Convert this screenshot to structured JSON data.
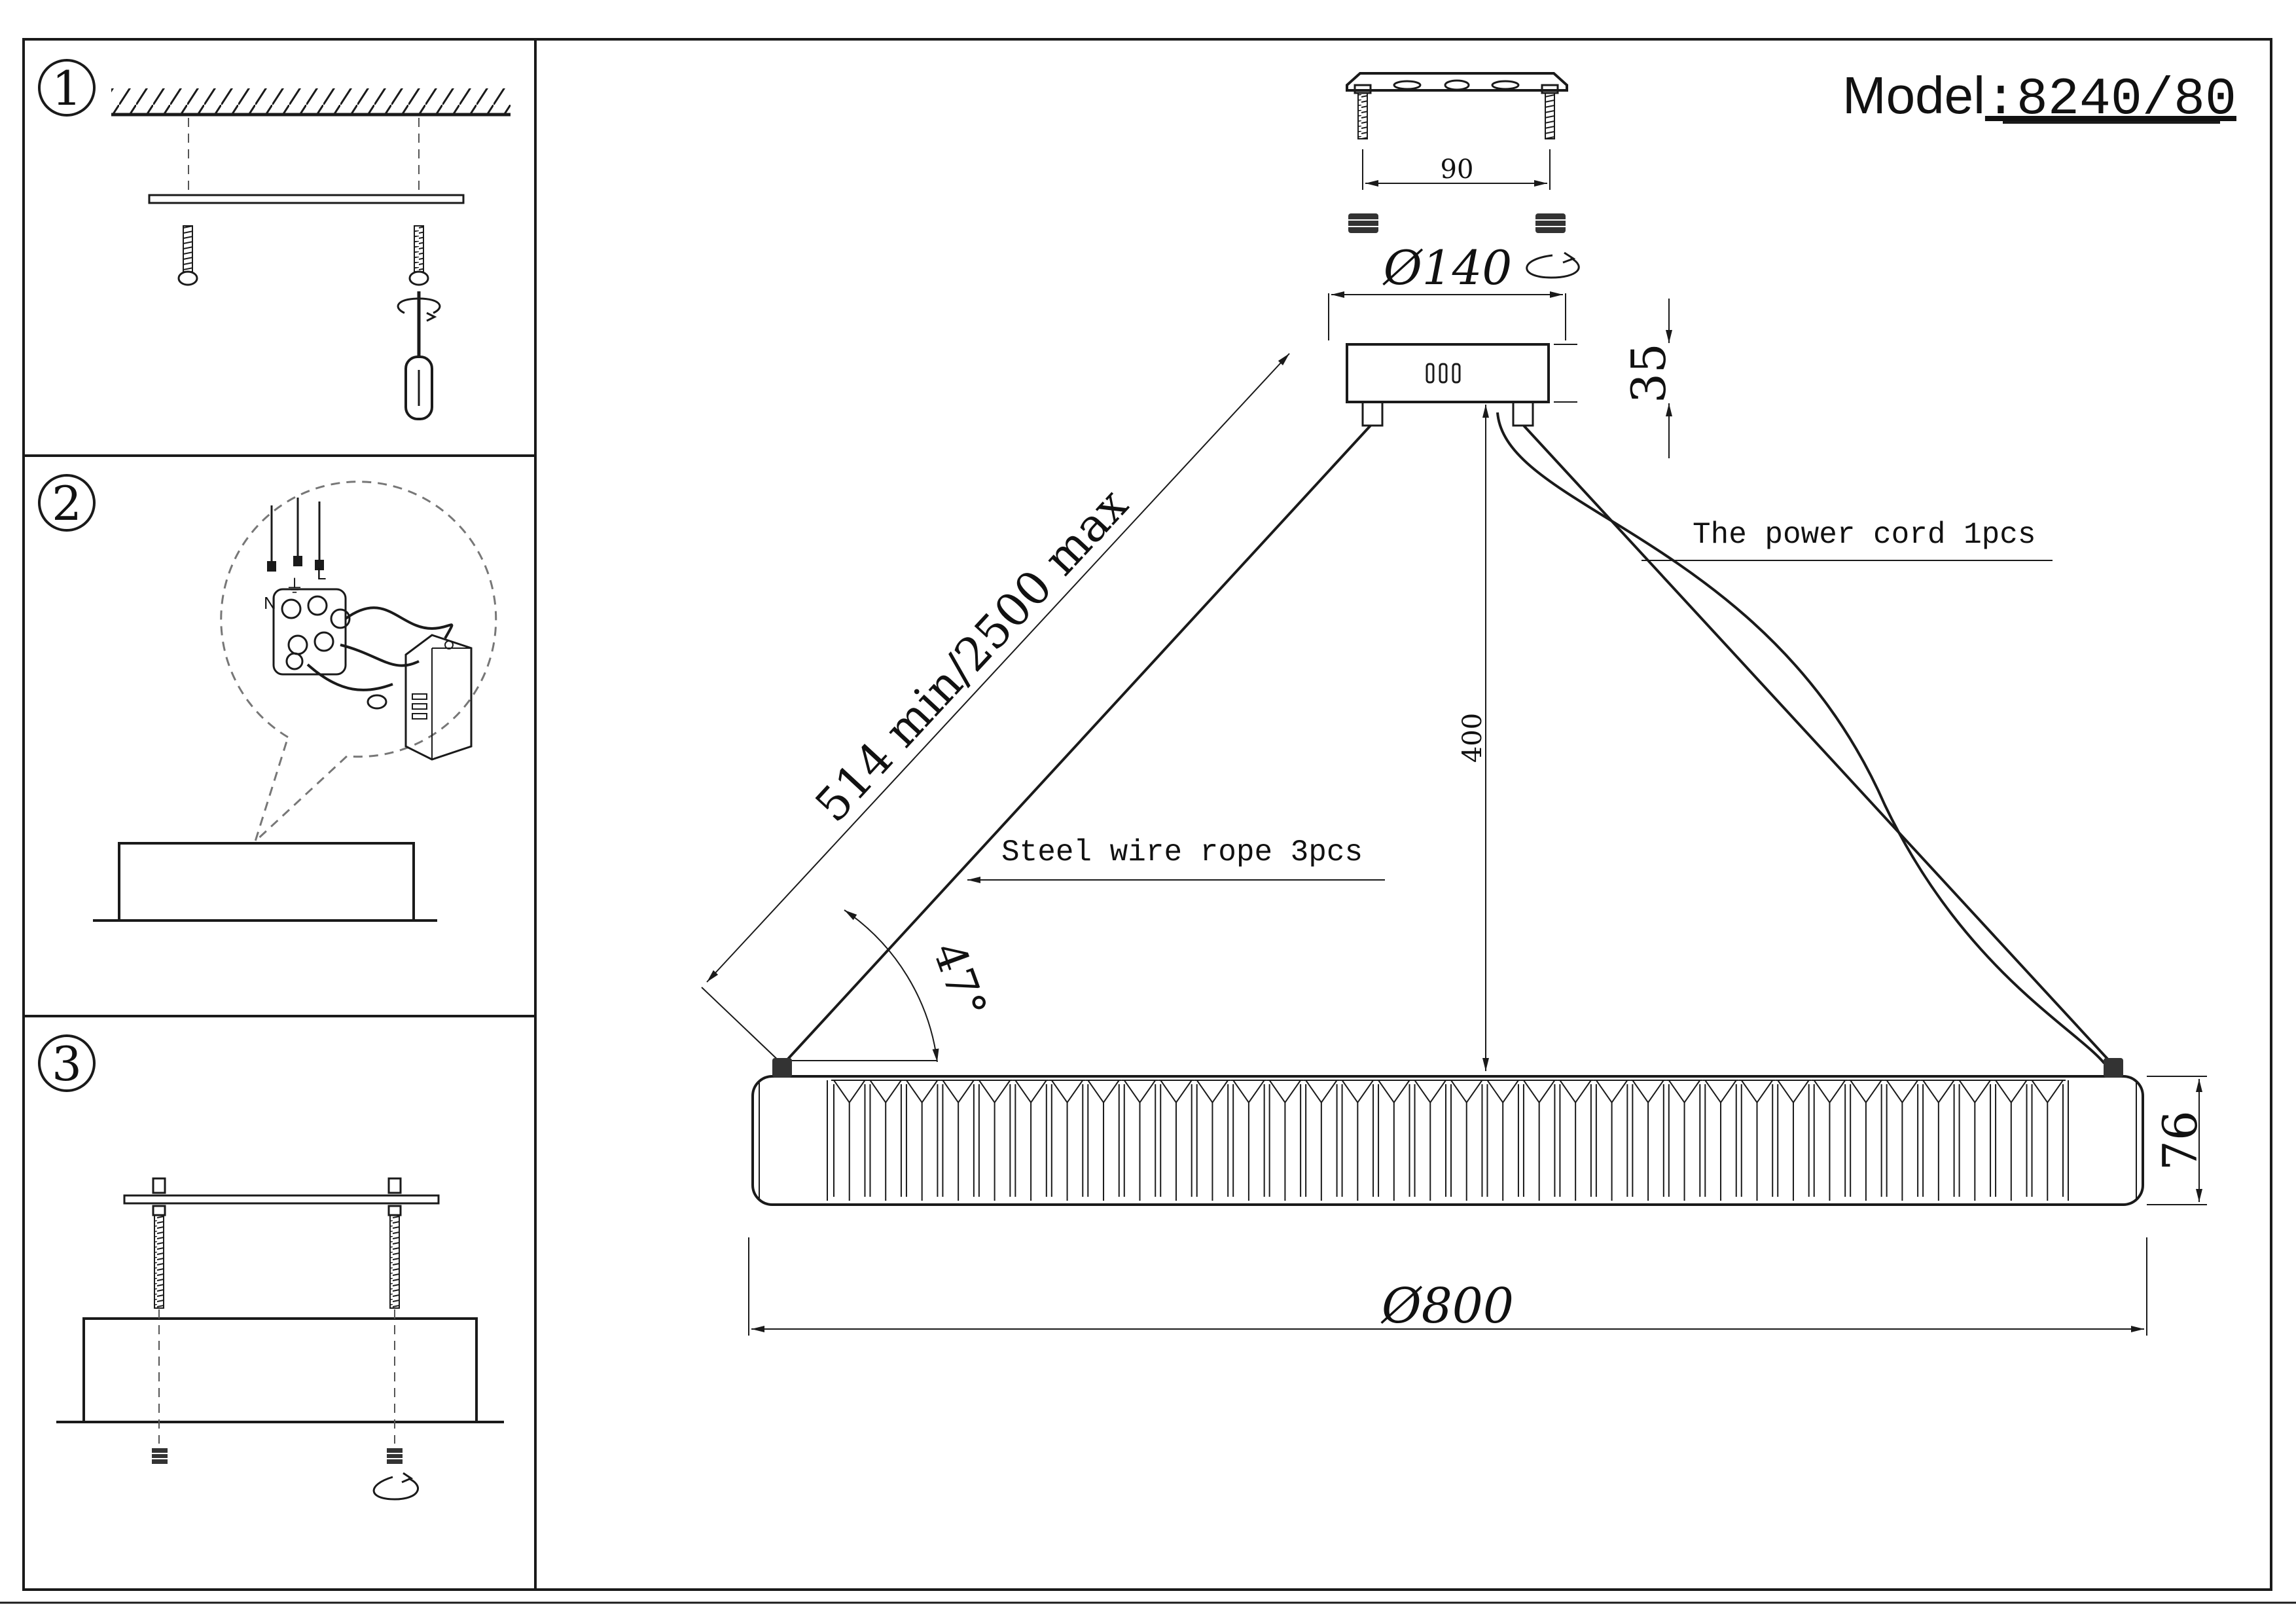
{
  "title": {
    "model_prefix": "Model",
    "model_value": ":8240/80"
  },
  "steps": [
    {
      "number": "1"
    },
    {
      "number": "2"
    },
    {
      "number": "3"
    }
  ],
  "wiring": {
    "neutral": "N",
    "live": "L",
    "ground_symbol": "⏚"
  },
  "dimensions": {
    "screw_spacing": "90",
    "canopy_diameter": "Ø140",
    "canopy_height": "35",
    "wire_length": "514 min/2500 max",
    "drop_height": "400",
    "angle": "47°",
    "ring_height": "76",
    "ring_diameter": "Ø800"
  },
  "callouts": {
    "power_cord": "The power cord  1pcs",
    "steel_wire": "Steel wire rope  3pcs"
  }
}
